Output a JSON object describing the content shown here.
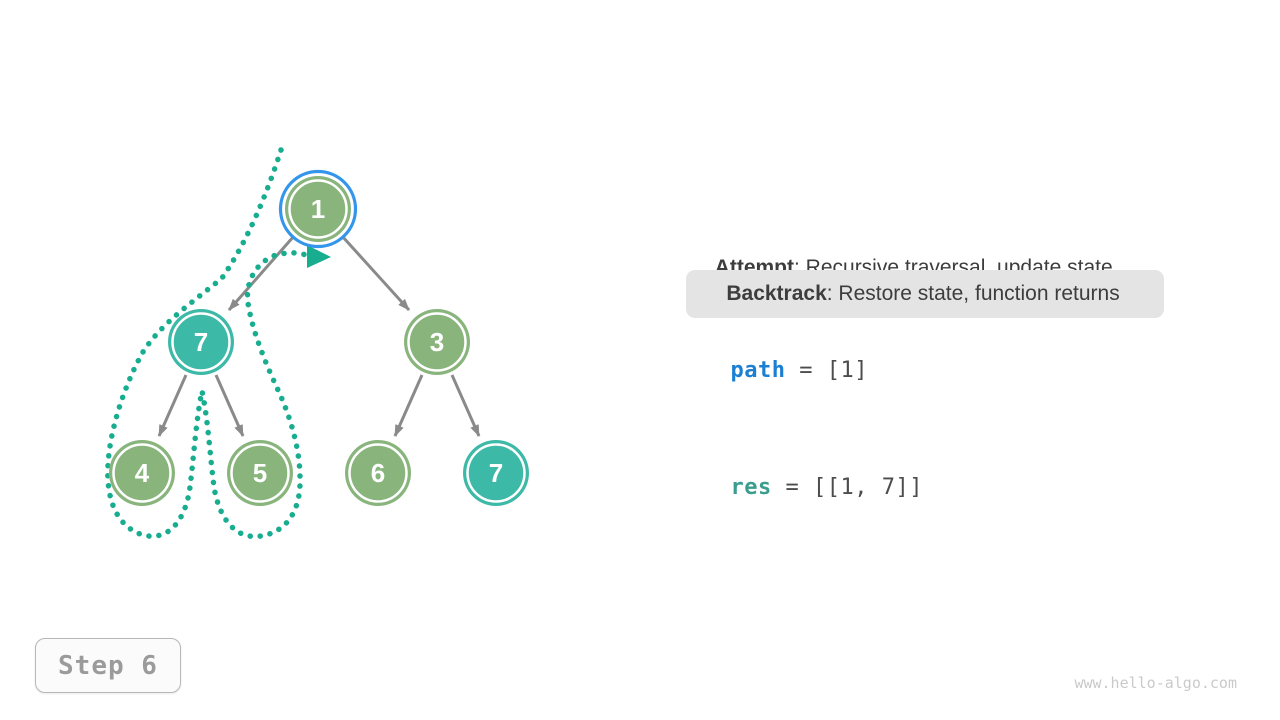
{
  "colors": {
    "node_green": "#89b57d",
    "node_teal": "#3db9a7",
    "highlight_blue": "#3496eb",
    "trace_teal": "#19ad90",
    "edge_gray": "#8a8a8a",
    "path_var_blue": "#1d7fd2",
    "res_var_teal": "#3a9d8d",
    "backtrack_bg": "#e4e4e4"
  },
  "tree": {
    "nodes": [
      {
        "value": "1",
        "state": "current, blue highlight ring, green fill"
      },
      {
        "value": "7",
        "state": "teal fill (in path)"
      },
      {
        "value": "3",
        "state": "green fill"
      },
      {
        "value": "4",
        "state": "green fill"
      },
      {
        "value": "5",
        "state": "green fill"
      },
      {
        "value": "6",
        "state": "green fill"
      },
      {
        "value": "7",
        "state": "teal fill (in result)"
      }
    ],
    "edges": [
      "1-7",
      "1-3",
      "7-4",
      "7-5",
      "3-6",
      "3-7"
    ],
    "trace": "dotted teal contour around left subtree (nodes 7, 4, 5) ending in arrowhead below node 1"
  },
  "legend": {
    "attempt_label": "Attempt",
    "attempt_desc": ": Recursive traversal, update state",
    "backtrack_label": "Backtrack",
    "backtrack_desc": ": Restore state, function returns"
  },
  "state": {
    "path_var": "path",
    "path_value": " = [1]",
    "res_var": "res",
    "res_value": " = [[1, 7]]"
  },
  "step_badge": "Step 6",
  "watermark": "www.hello-algo.com"
}
